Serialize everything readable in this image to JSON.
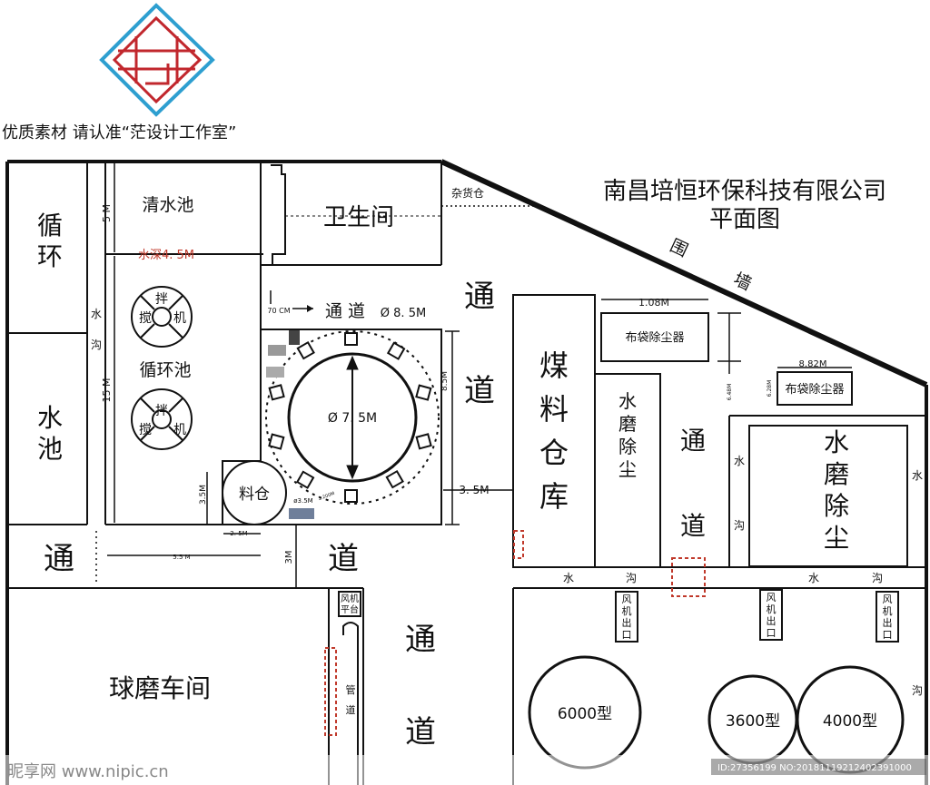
{
  "header": {
    "tagline": "优质素材 请认准“茫设计工作室”",
    "company": "南昌培恒环保科技有限公司",
    "subtitle": "平面图"
  },
  "colors": {
    "logo_blue": "#2e9fd0",
    "logo_red": "#c1272d",
    "note_red": "#c0392b",
    "line": "#111111"
  },
  "labels": {
    "xun": "循",
    "huan": "环",
    "shui": "水",
    "chi": "池",
    "qingshuichi": "清水池",
    "water_depth": "水深4. 5M",
    "xunhuanchi": "循环池",
    "mixer_top_1": "拌",
    "mixer_left_1": "搅",
    "mixer_right_1": "机",
    "mixer_top_2": "拌",
    "mixer_left_2": "搅",
    "mixer_right_2": "机",
    "ditch_a": "水",
    "ditch_b": "沟",
    "toilet": "卫生间",
    "storage": "杂货仓",
    "wall_a": "围",
    "wall_b": "墙",
    "silo": "料仓",
    "coal_1": "煤",
    "coal_2": "料",
    "coal_3": "仓",
    "coal_4": "库",
    "wm_small_1": "水",
    "wm_small_2": "磨",
    "wm_small_3": "除",
    "wm_small_4": "尘",
    "bag_1": "布袋除尘器",
    "bag_2": "布袋除尘器",
    "wm_big_1": "水",
    "wm_big_2": "磨",
    "wm_big_3": "除",
    "wm_big_4": "尘",
    "tong": "通",
    "dao": "道",
    "ball_mill": "球磨车间",
    "fan_platform_1": "风机",
    "fan_platform_2": "平台",
    "pipe_1": "管",
    "pipe_2": "道",
    "fan_1": "风",
    "fan_2": "机",
    "fan_3": "出",
    "fan_4": "口",
    "mill_6000": "6000型",
    "mill_3600": "3600型",
    "mill_4000": "4000型",
    "passage_top": "通 道"
  },
  "dimensions": {
    "d_5m": "5 M",
    "d_15m": "15 M",
    "d_70cm": "70 CM",
    "d_85dia": "Ø 8. 5M",
    "d_75dia": "Ø 7. 5M",
    "d_85m": "8.5M",
    "d_35m_a": "3. 5M",
    "d_35m_b": "3.5M",
    "d_25m": "2. 5M",
    "d_55m": "5.5 M",
    "d_3m": "3M",
    "d_35dia": "ø3.5M",
    "d_108m": "1.08M",
    "d_882m": "8.82M",
    "d_648m": "6.48M",
    "d_628m": "6.28M",
    "d_2200": "2.200M"
  },
  "watermark": {
    "site": "昵享网 www.nipic.cn",
    "id": "ID:27356199 NO:20181119212402391000"
  }
}
